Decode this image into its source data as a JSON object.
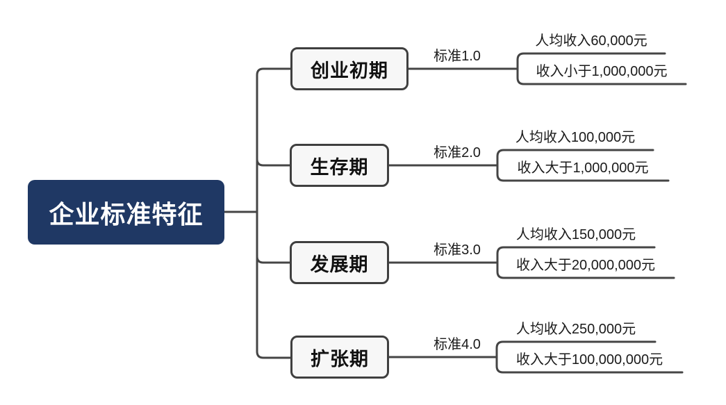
{
  "root": {
    "label": "企业标准特征"
  },
  "branches": [
    {
      "label": "创业初期",
      "edge_label": "标准1.0",
      "leaves": [
        "人均收入60,000元",
        "收入小于1,000,000元"
      ]
    },
    {
      "label": "生存期",
      "edge_label": "标准2.0",
      "leaves": [
        "人均收入100,000元",
        "收入大于1,000,000元"
      ]
    },
    {
      "label": "发展期",
      "edge_label": "标准3.0",
      "leaves": [
        "人均收入150,000元",
        "收入大于20,000,000元"
      ]
    },
    {
      "label": "扩张期",
      "edge_label": "标准4.0",
      "leaves": [
        "人均收入250,000元",
        "收入大于100,000,000元"
      ]
    }
  ],
  "colors": {
    "canvas_bg": "#ffffff",
    "root_bg": "#1F3864",
    "root_text": "#ffffff",
    "node_bg": "#f7f7f7",
    "node_border": "#3f3f3f",
    "node_text": "#111111",
    "line": "#454545",
    "text": "#1a1a1a"
  }
}
